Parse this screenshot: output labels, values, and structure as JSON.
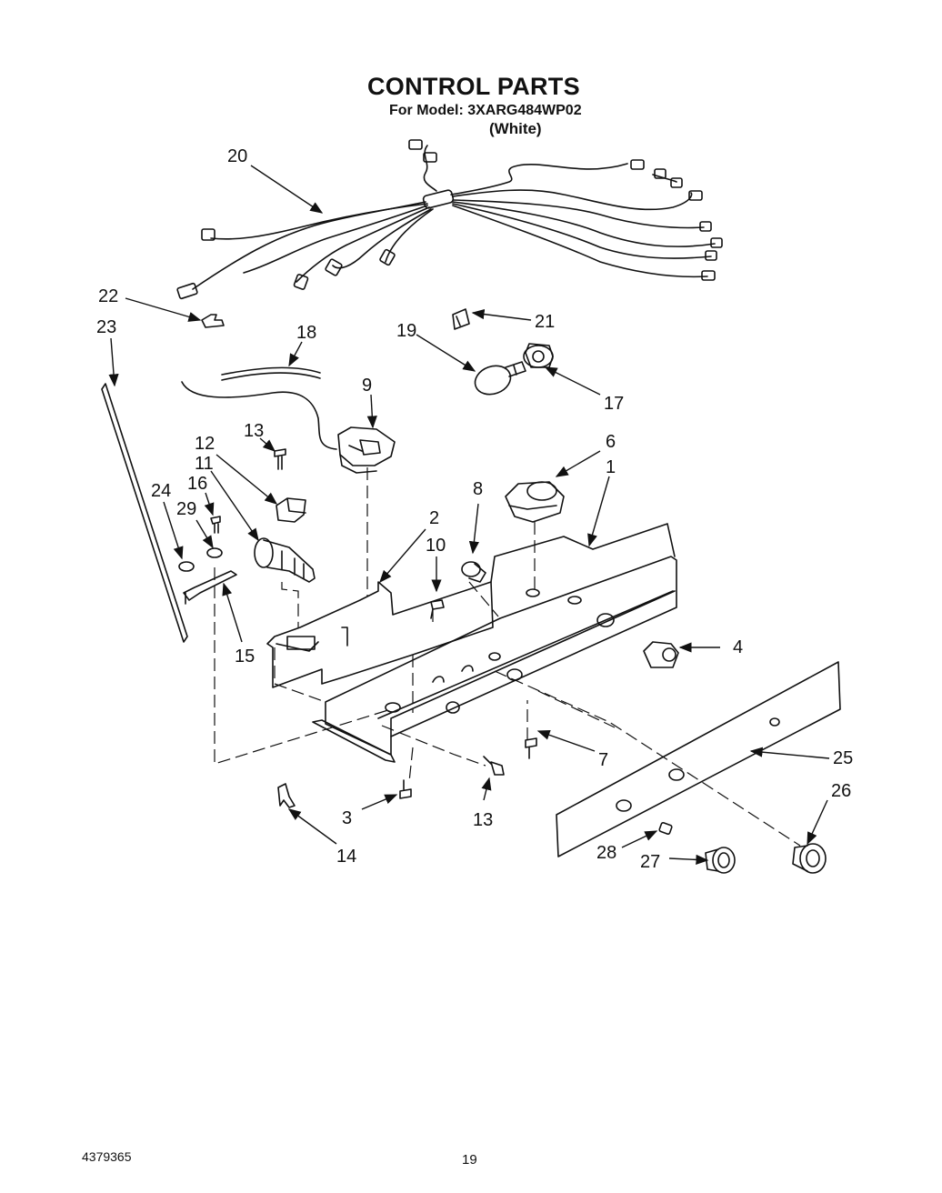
{
  "header": {
    "title": "CONTROL PARTS",
    "model_line": "For Model: 3XARG484WP02",
    "color_line": "(White)"
  },
  "footer": {
    "document_number": "4379365",
    "page_number": "19"
  },
  "callouts": [
    "20",
    "22",
    "23",
    "18",
    "21",
    "19",
    "17",
    "9",
    "13",
    "12",
    "11",
    "16",
    "6",
    "8",
    "1",
    "24",
    "29",
    "2",
    "10",
    "4",
    "15",
    "7",
    "25",
    "3",
    "13",
    "26",
    "14",
    "28",
    "27"
  ],
  "colors": {
    "ink": "#111111",
    "paper": "#ffffff"
  }
}
